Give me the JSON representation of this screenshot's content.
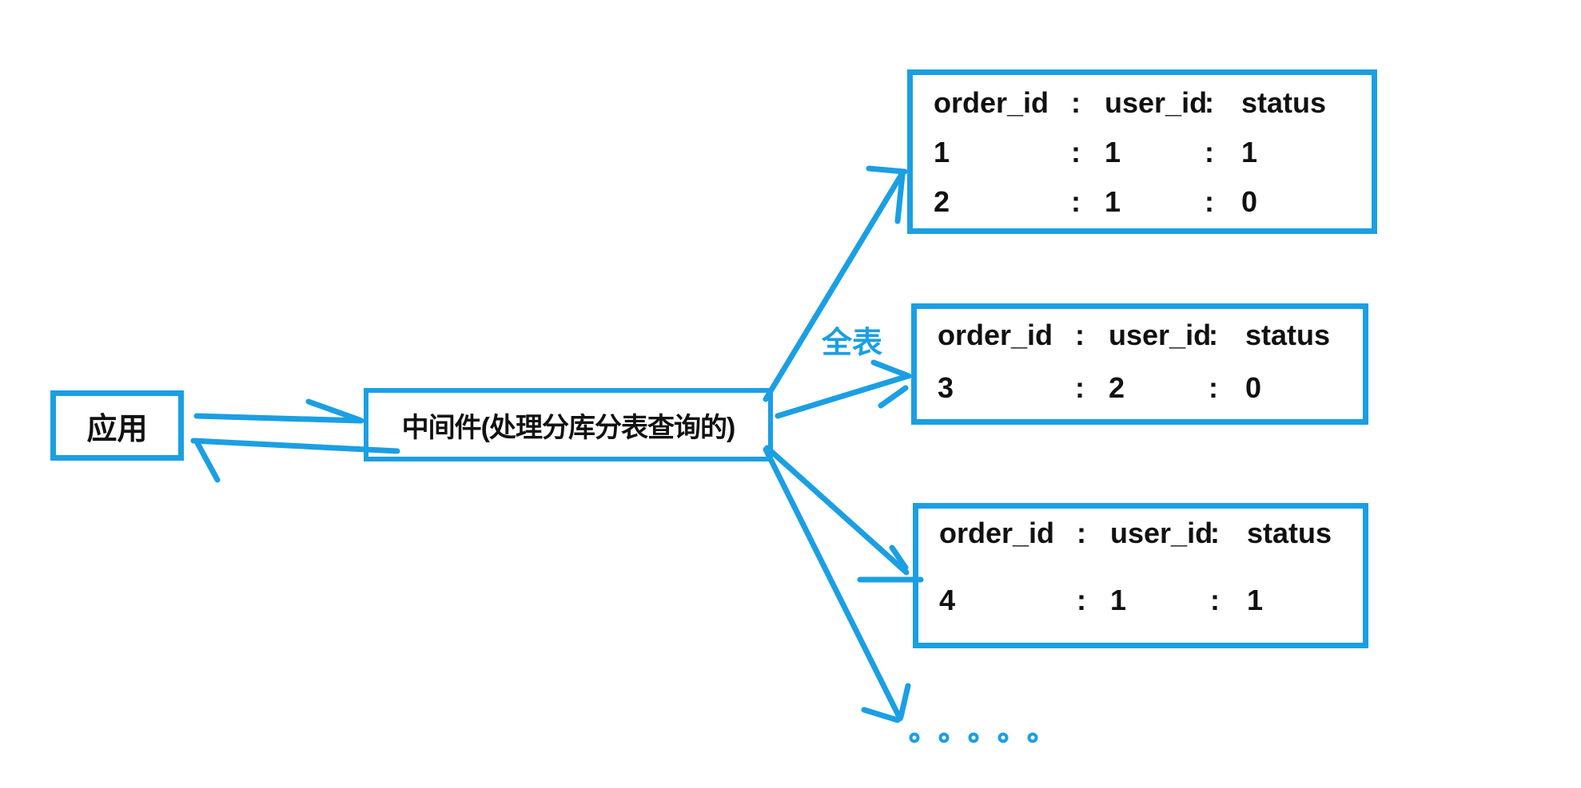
{
  "app_box": {
    "label": "应用"
  },
  "middleware_box": {
    "label": "中间件(处理分库分表查询的)"
  },
  "full_table_label": "全表",
  "tables": [
    {
      "header": {
        "c1": "order_id",
        "sep1": ":",
        "c2": "user_id",
        "sep2": ":",
        "c3": "status"
      },
      "rows": [
        {
          "v1": "1",
          "s1": ":",
          "v2": "1",
          "s2": ":",
          "v3": "1"
        },
        {
          "v1": "2",
          "s1": ":",
          "v2": "1",
          "s2": ":",
          "v3": "0"
        }
      ]
    },
    {
      "header": {
        "c1": "order_id",
        "sep1": ":",
        "c2": "user_id",
        "sep2": ":",
        "c3": "status"
      },
      "rows": [
        {
          "v1": "3",
          "s1": ":",
          "v2": "2",
          "s2": ":",
          "v3": "0"
        }
      ]
    },
    {
      "header": {
        "c1": "order_id",
        "sep1": ":",
        "c2": "user_id",
        "sep2": ":",
        "c3": "status"
      },
      "rows": [
        {
          "v1": "4",
          "s1": ":",
          "v2": "1",
          "s2": ":",
          "v3": "1"
        }
      ]
    }
  ],
  "ellipsis_dots_count": 5,
  "colors": {
    "accent": "#1B9FE3",
    "text": "#111111",
    "background": "#FFFFFF"
  }
}
